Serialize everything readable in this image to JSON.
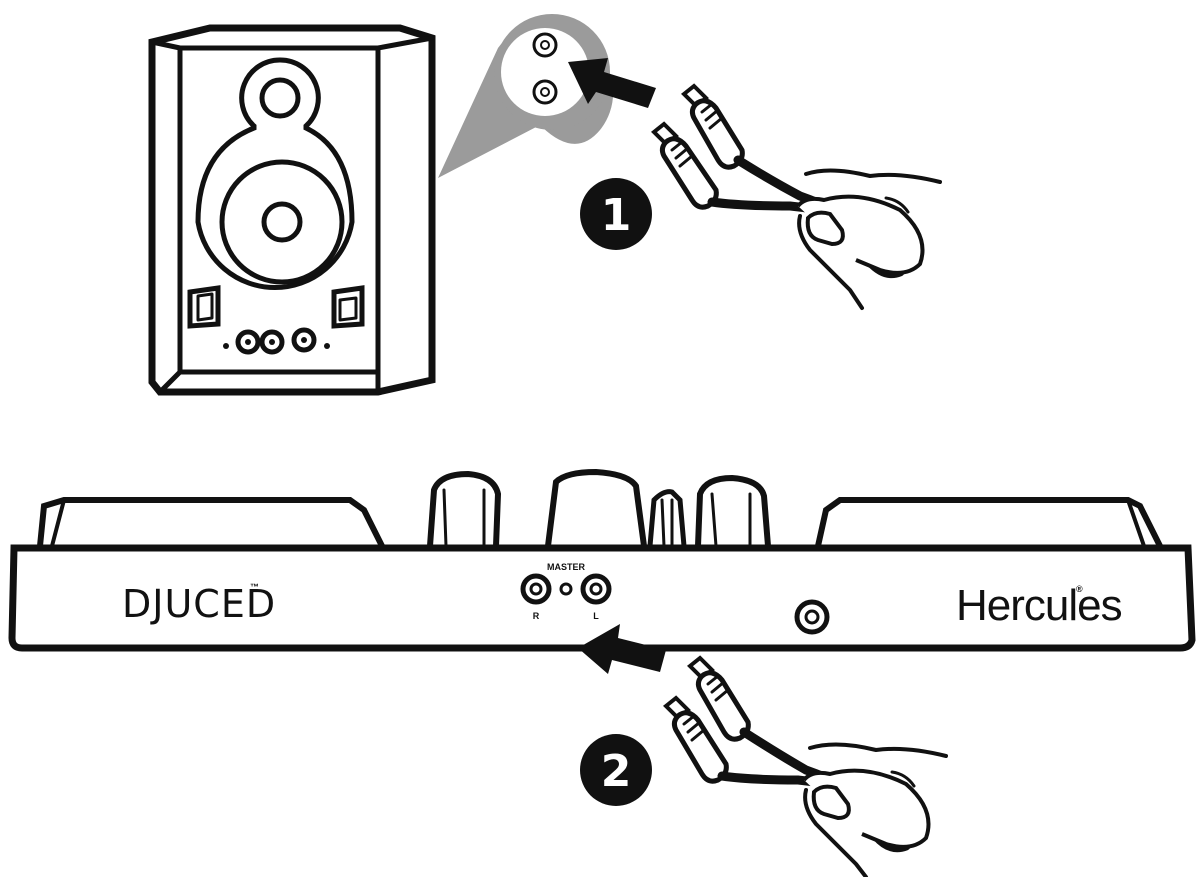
{
  "steps": [
    {
      "number": "1"
    },
    {
      "number": "2"
    }
  ],
  "controller": {
    "brand_left": "DJUCED",
    "brand_left_mark": "™",
    "brand_right": "Hercules",
    "brand_right_mark": "®",
    "output_label": "MASTER",
    "right_channel_label": "R",
    "left_channel_label": "L"
  },
  "colors": {
    "ink": "#111111",
    "zoom_callout": "#9b9b9b",
    "background": "#ffffff"
  },
  "icons": [
    "speaker-icon",
    "rca-cable-icon",
    "hand-icon",
    "arrow-icon",
    "dj-controller-icon"
  ]
}
